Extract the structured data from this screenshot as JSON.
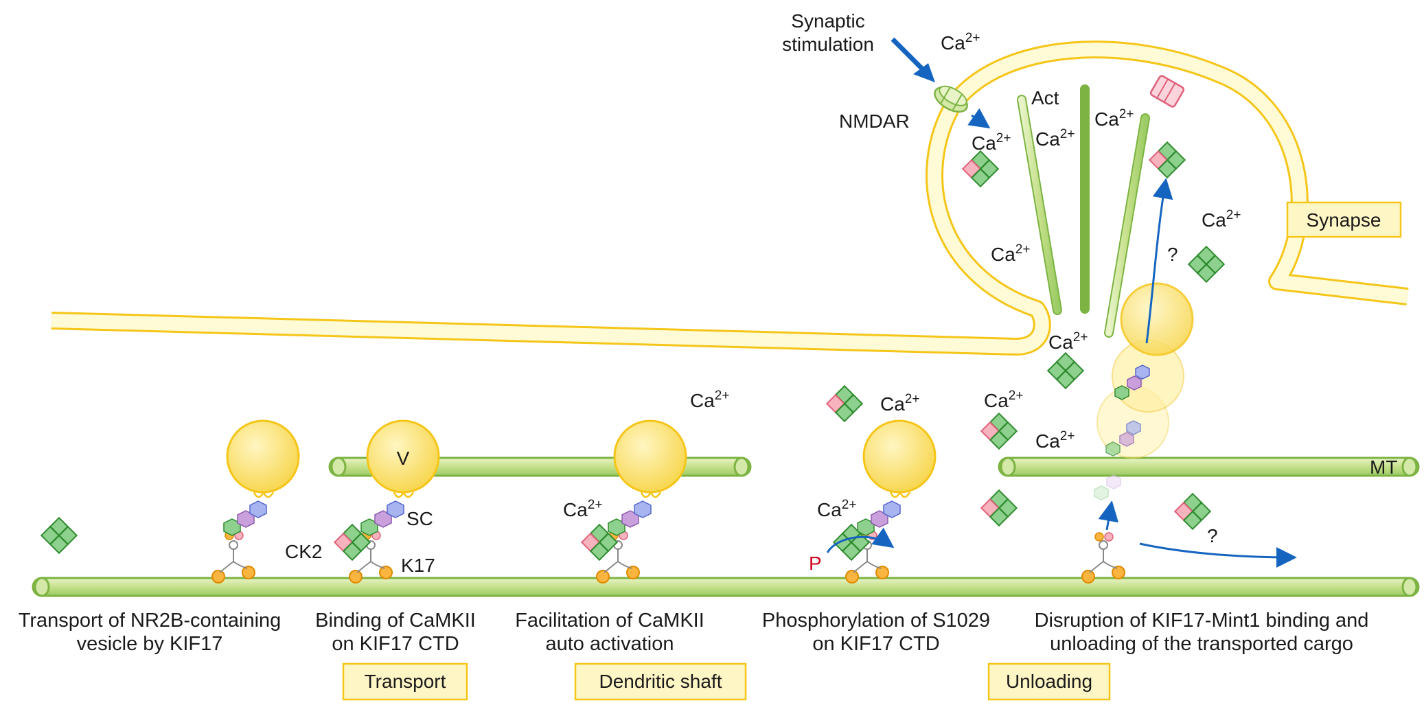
{
  "labels": {
    "synaptic_stimulation_line1": "Synaptic",
    "synaptic_stimulation_line2": "stimulation",
    "nmdar": "NMDAR",
    "act": "Act",
    "mt": "MT",
    "v": "V",
    "sc": "SC",
    "ck2": "CK2",
    "k17": "K17",
    "p": "P",
    "question": "?",
    "ca_base": "Ca",
    "ca_sup": "2+"
  },
  "boxes": {
    "synapse": "Synapse",
    "transport": "Transport",
    "dendritic_shaft": "Dendritic shaft",
    "unloading": "Unloading"
  },
  "captions": [
    {
      "line1": "Transport of NR2B-containing",
      "line2": "vesicle by KIF17"
    },
    {
      "line1": "Binding of CaMKII",
      "line2": "on KIF17 CTD"
    },
    {
      "line1": "Facilitation of CaMKII",
      "line2": "auto activation"
    },
    {
      "line1": "Phosphorylation of S1029",
      "line2": "on KIF17 CTD"
    },
    {
      "line1": "Disruption of KIF17-Mint1 binding and",
      "line2": "unloading of the transported cargo"
    }
  ],
  "colors": {
    "membrane": "#f5c518",
    "membrane_fill": "#fff9cc",
    "microtubule": "#7cb342",
    "microtubule_fill": "#d4e9a8",
    "vesicle": "#f5c518",
    "camkii_green": "#3a9b3a",
    "camkii_pink": "#f08090",
    "arrow_blue": "#1565c0"
  }
}
